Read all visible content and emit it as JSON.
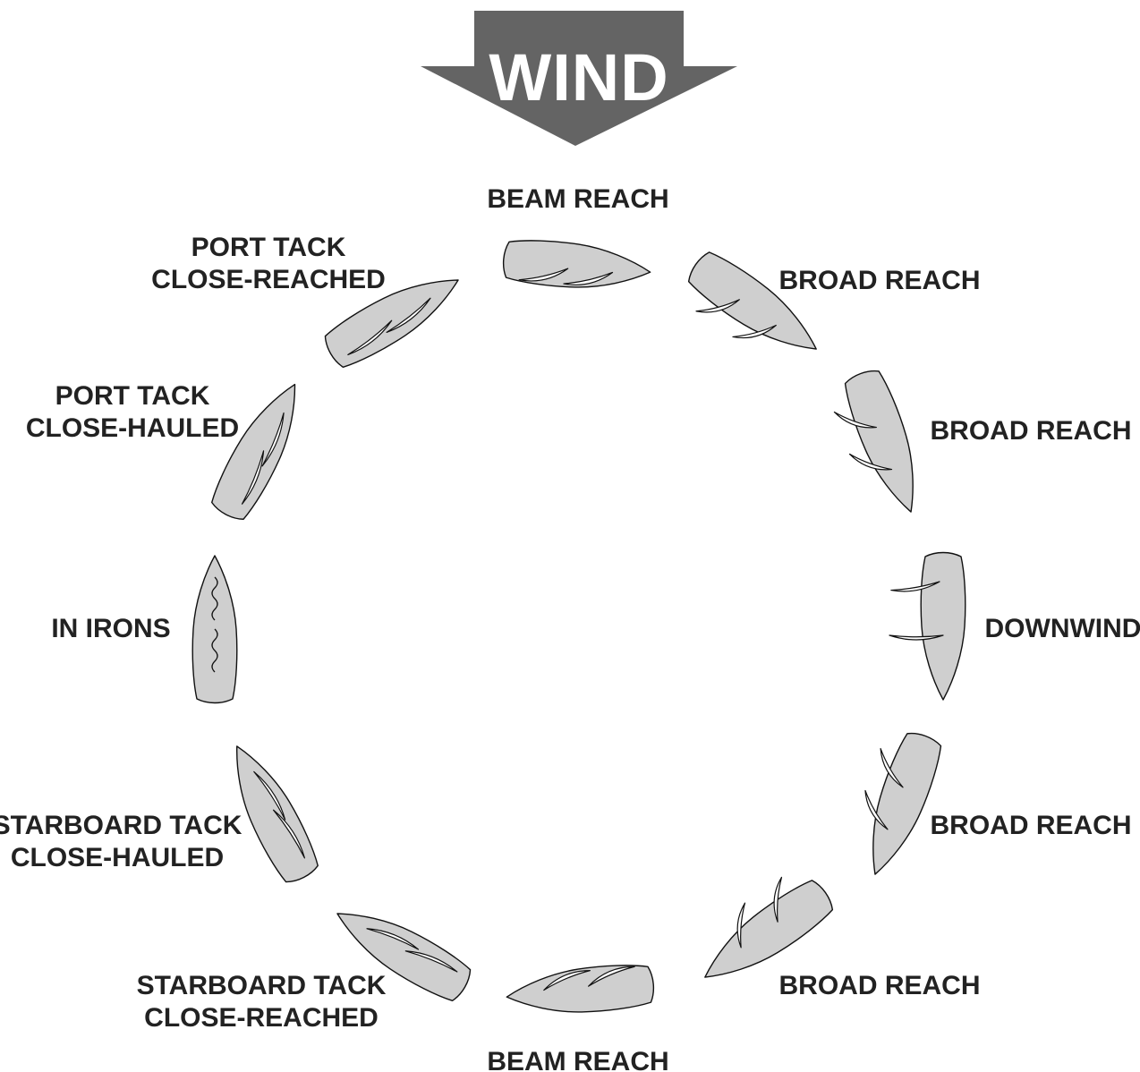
{
  "wind": {
    "label": "WIND",
    "arrow_color": "#646464",
    "text_color": "#ffffff"
  },
  "colors": {
    "hull_fill": "#cfcfcf",
    "sail_fill": "#ffffff",
    "outline": "#111111",
    "label": "#222222"
  },
  "positions": [
    {
      "id": "beam-reach-top",
      "lines": [
        "BEAM REACH"
      ],
      "sail_trim": "flat"
    },
    {
      "id": "broad-reach-1",
      "lines": [
        "BROAD REACH"
      ],
      "sail_trim": "eased"
    },
    {
      "id": "broad-reach-2",
      "lines": [
        "BROAD REACH"
      ],
      "sail_trim": "eased"
    },
    {
      "id": "downwind",
      "lines": [
        "DOWNWIND"
      ],
      "sail_trim": "fully-eased"
    },
    {
      "id": "broad-reach-3",
      "lines": [
        "BROAD REACH"
      ],
      "sail_trim": "eased"
    },
    {
      "id": "broad-reach-4",
      "lines": [
        "BROAD REACH"
      ],
      "sail_trim": "eased"
    },
    {
      "id": "beam-reach-bottom",
      "lines": [
        "BEAM REACH"
      ],
      "sail_trim": "flat"
    },
    {
      "id": "starboard-tack-close-reached",
      "lines": [
        "STARBOARD TACK",
        "CLOSE-REACHED"
      ],
      "sail_trim": "trimmed"
    },
    {
      "id": "starboard-tack-close-hauled",
      "lines": [
        "STARBOARD TACK",
        "CLOSE-HAULED"
      ],
      "sail_trim": "trimmed-in"
    },
    {
      "id": "in-irons",
      "lines": [
        "IN IRONS"
      ],
      "sail_trim": "luffing"
    },
    {
      "id": "port-tack-close-hauled",
      "lines": [
        "PORT TACK",
        "CLOSE-HAULED"
      ],
      "sail_trim": "trimmed-in"
    },
    {
      "id": "port-tack-close-reached",
      "lines": [
        "PORT TACK",
        "CLOSE-REACHED"
      ],
      "sail_trim": "trimmed"
    }
  ]
}
